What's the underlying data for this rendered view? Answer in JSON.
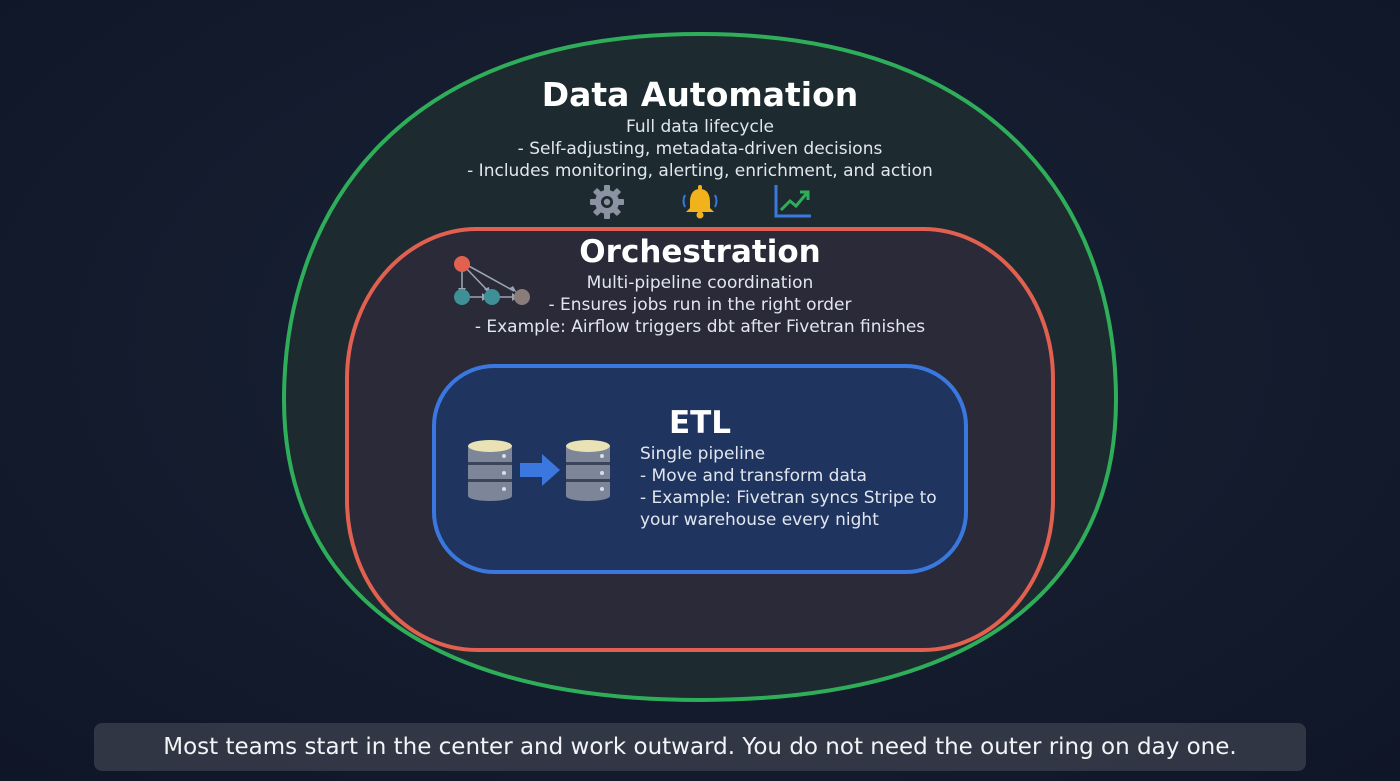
{
  "colors": {
    "background": "#131b2d",
    "automation_ring": "#2fae5a",
    "orchestration_ring": "#e2604f",
    "etl_ring": "#3a78e0",
    "etl_fill": "#1f3560",
    "orchestration_fill": "#2a2a38",
    "automation_fill": "#1d2b30"
  },
  "layers": {
    "automation": {
      "title": "Data Automation",
      "lines": [
        "Full data lifecycle",
        "- Self-adjusting, metadata-driven decisions",
        "- Includes monitoring, alerting, enrichment, and action"
      ],
      "icons": [
        "gear-icon",
        "bell-icon",
        "trend-chart-icon"
      ]
    },
    "orchestration": {
      "title": "Orchestration",
      "lines": [
        "Multi-pipeline coordination",
        "- Ensures jobs run in the right order",
        "- Example: Airflow triggers dbt after Fivetran finishes"
      ],
      "icons": [
        "dag-icon"
      ]
    },
    "etl": {
      "title": "ETL",
      "lines": [
        "Single pipeline",
        "- Move and transform data",
        "- Example: Fivetran syncs Stripe to",
        "your warehouse every night"
      ],
      "icons": [
        "database-source-icon",
        "arrow-right-icon",
        "database-target-icon"
      ]
    }
  },
  "caption": "Most teams start in the center and work outward. You do not need the outer ring on day one."
}
